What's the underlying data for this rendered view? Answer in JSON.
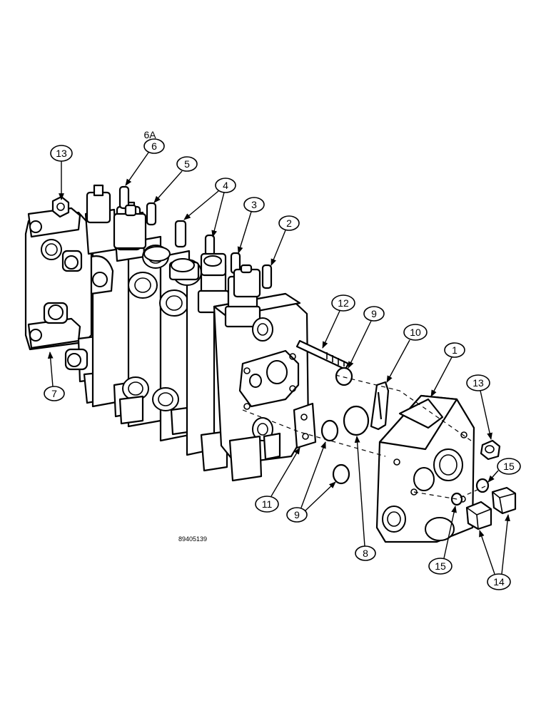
{
  "callouts": {
    "c6a": "6A",
    "c6": "6",
    "c13a": "13",
    "c5": "5",
    "c4": "4",
    "c3": "3",
    "c2": "2",
    "c12": "12",
    "c9a": "9",
    "c10": "10",
    "c1": "1",
    "c13b": "13",
    "c7": "7",
    "c15a": "15",
    "c11": "11",
    "c9b": "9",
    "c8": "8",
    "c15b": "15",
    "c14": "14"
  },
  "reference_number": "89405139"
}
